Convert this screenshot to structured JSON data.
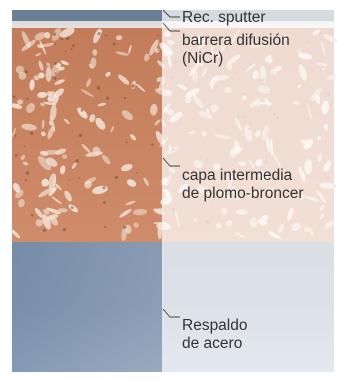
{
  "labels": [
    {
      "key": "sputter",
      "lines": [
        "Rec. sputter"
      ]
    },
    {
      "key": "barrier",
      "lines": [
        "barrera difusión",
        "(NiCr)"
      ]
    },
    {
      "key": "bronze",
      "lines": [
        "capa intermedia",
        "de plomo-broncer"
      ]
    },
    {
      "key": "steel",
      "lines": [
        "Respaldo",
        "de acero"
      ]
    }
  ],
  "colors": {
    "sputter_layer": "#6b7f9a",
    "barrier_layer": "#d6d9dc",
    "bronze_layer": "#c98663",
    "bronze_highlight": "#f2e2d6",
    "steel_layer": "#7f93ae",
    "overlay_white": "#ffffff",
    "text": "#333333",
    "leader": "#444444"
  }
}
